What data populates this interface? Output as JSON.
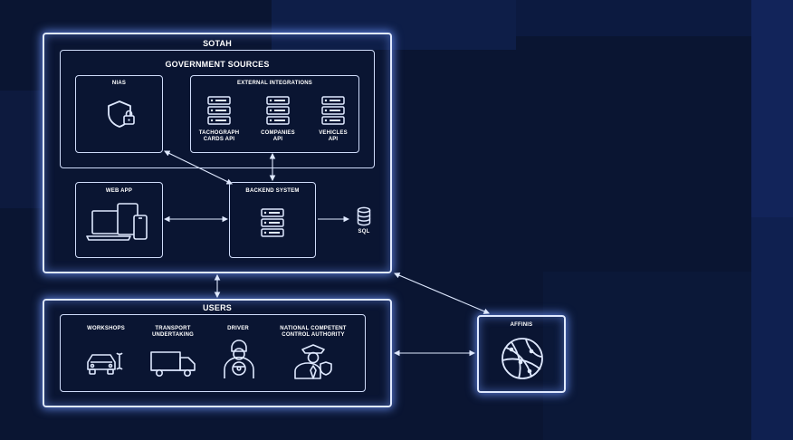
{
  "diagram": {
    "sotah": {
      "title": "SOTAH"
    },
    "government_sources": {
      "title": "GOVERNMENT SOURCES",
      "nias": {
        "title": "NIAS",
        "icon": "shield-lock-icon"
      },
      "external_integrations": {
        "title": "EXTERNAL INTEGRATIONS",
        "items": [
          {
            "label_line1": "TACHOGRAPH",
            "label_line2": "CARDS API",
            "icon": "server-icon"
          },
          {
            "label_line1": "COMPANIES",
            "label_line2": "API",
            "icon": "server-icon"
          },
          {
            "label_line1": "VEHICLES",
            "label_line2": "API",
            "icon": "server-icon"
          }
        ]
      }
    },
    "web_app": {
      "title": "WEB APP",
      "icon": "devices-icon"
    },
    "backend_system": {
      "title": "BACKEND SYSTEM",
      "icon": "server-icon"
    },
    "sql": {
      "label": "SQL",
      "icon": "database-icon"
    },
    "users": {
      "title": "USERS",
      "items": [
        {
          "label_line1": "WORKSHOPS",
          "label_line2": "",
          "icon": "car-wrench-icon"
        },
        {
          "label_line1": "TRANSPORT",
          "label_line2": "UNDERTAKING",
          "icon": "truck-icon"
        },
        {
          "label_line1": "DRIVER",
          "label_line2": "",
          "icon": "driver-icon"
        },
        {
          "label_line1": "NATIONAL COMPETENT",
          "label_line2": "CONTROL AUTHORITY",
          "icon": "officer-icon"
        }
      ]
    },
    "affinis": {
      "title": "AFFINIS",
      "icon": "globe-icon"
    }
  },
  "colors": {
    "background": "#0a1532",
    "line": "#dfe9ff",
    "glow": "#6e96ff"
  }
}
